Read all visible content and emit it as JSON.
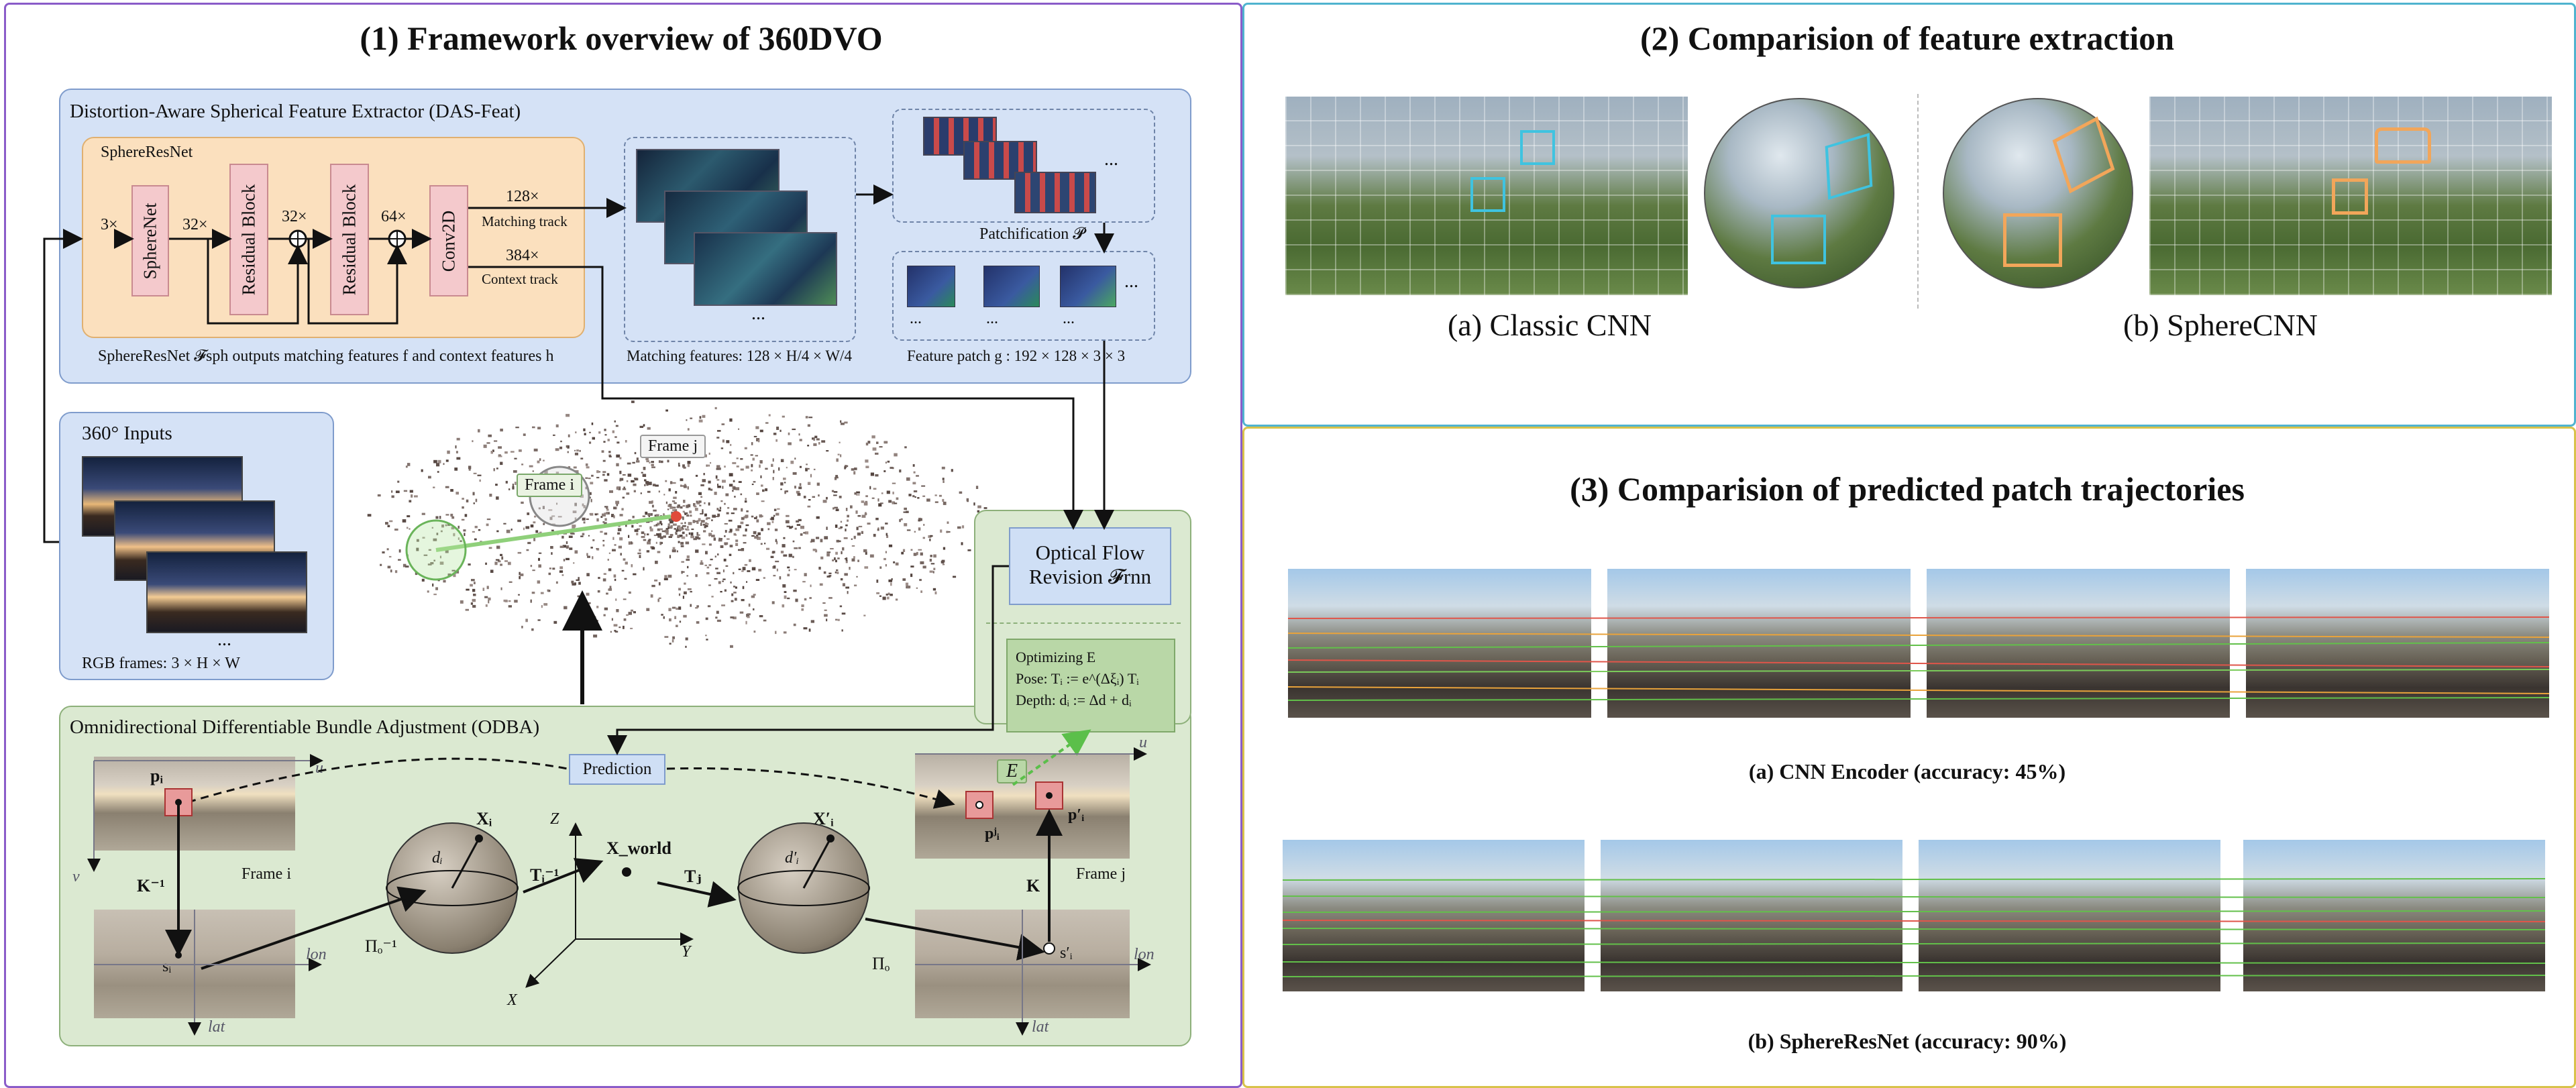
{
  "panel1": {
    "title": "(1) Framework overview of 360DVO",
    "das_feat": {
      "title": "Distortion-Aware Spherical Feature Extractor (DAS-Feat)",
      "sphereresnet_label": "SphereResNet",
      "in_channels": "3×",
      "spherenet": "SphereNet",
      "ch32": "32×",
      "residual_block_1": "Residual Block",
      "ch32b": "32×",
      "residual_block_2": "Residual Block",
      "ch64": "64×",
      "conv2d": "Conv2D",
      "ch128": "128×",
      "matching_track": "Matching track",
      "ch384": "384×",
      "context_track": "Context track",
      "sphereresnet_caption": "SphereResNet  𝓕sph  outputs matching features  f  and context features  h",
      "matching_features_caption": "Matching features:  128 × H/4 × W/4",
      "patchification": "Patchification  𝓟",
      "feature_patch_caption": "Feature patch g :   192 × 128 × 3 × 3",
      "ellipsis": "..."
    },
    "inputs": {
      "title": "360° Inputs",
      "ellipsis": "...",
      "caption": "RGB frames:   3 × H × W"
    },
    "scene": {
      "frame_i": "Frame i",
      "frame_j": "Frame j"
    },
    "optical_flow": {
      "line1": "Optical Flow",
      "line2": "Revision 𝓕rnn"
    },
    "optimizing": {
      "title": "Optimizing E",
      "pose": "Pose:   Tᵢ := e^(Δξᵢ) Tᵢ",
      "depth": "Depth:  dᵢ := Δd + dᵢ"
    },
    "odba": {
      "title": "Omnidirectional Differentiable Bundle Adjustment (ODBA)",
      "prediction": "Prediction",
      "p_i": "pᵢ",
      "u_left": "u",
      "v_left": "v",
      "frame_i": "Frame i",
      "k_inv": "K⁻¹",
      "s_i": "sᵢ",
      "lon_left": "lon",
      "lat_left": "lat",
      "pi_o_inv": "Πₒ⁻¹",
      "d_i": "dᵢ",
      "x_i": "Xᵢ",
      "t_i_inv": "Tᵢ⁻¹",
      "x_world": "X_world",
      "z_axis": "Z",
      "y_axis": "Y",
      "x_axis": "X",
      "t_j": "Tⱼ",
      "d_i_prime": "d′ᵢ",
      "x_i_prime": "X′ᵢ",
      "pi_o": "Πₒ",
      "u_right": "u",
      "e_label": "E",
      "p_j_i": "pʲᵢ",
      "p_i_prime": "p′ᵢ",
      "frame_j": "Frame j",
      "k": "K",
      "s_i_prime": "s′ᵢ",
      "lon_right": "lon",
      "lat_right": "lat"
    }
  },
  "panel2": {
    "title": "(2) Comparision of feature extraction",
    "caption_a": "(a) Classic CNN",
    "caption_b": "(b) SphereCNN"
  },
  "panel3": {
    "title": "(3) Comparision of predicted patch trajectories",
    "caption_a": "(a) CNN Encoder (accuracy: 45%)",
    "caption_b": "(b) SphereResNet (accuracy: 90%)"
  },
  "colors": {
    "panel1_border": "#8a5cc9",
    "panel2_border": "#4fb3cf",
    "panel3_border": "#d8c24a",
    "das_feat_bg": "#d5e2f6",
    "sphereresnet_bg": "#fbe0be",
    "odba_bg": "#dbe9d1",
    "optical_flow_bg": "#cfdff5",
    "optimizing_bg": "#b9d7a7",
    "block_pink": "#f4c9cc",
    "highlight_cyan": "#3fc3e0",
    "highlight_orange": "#f2a65a"
  }
}
